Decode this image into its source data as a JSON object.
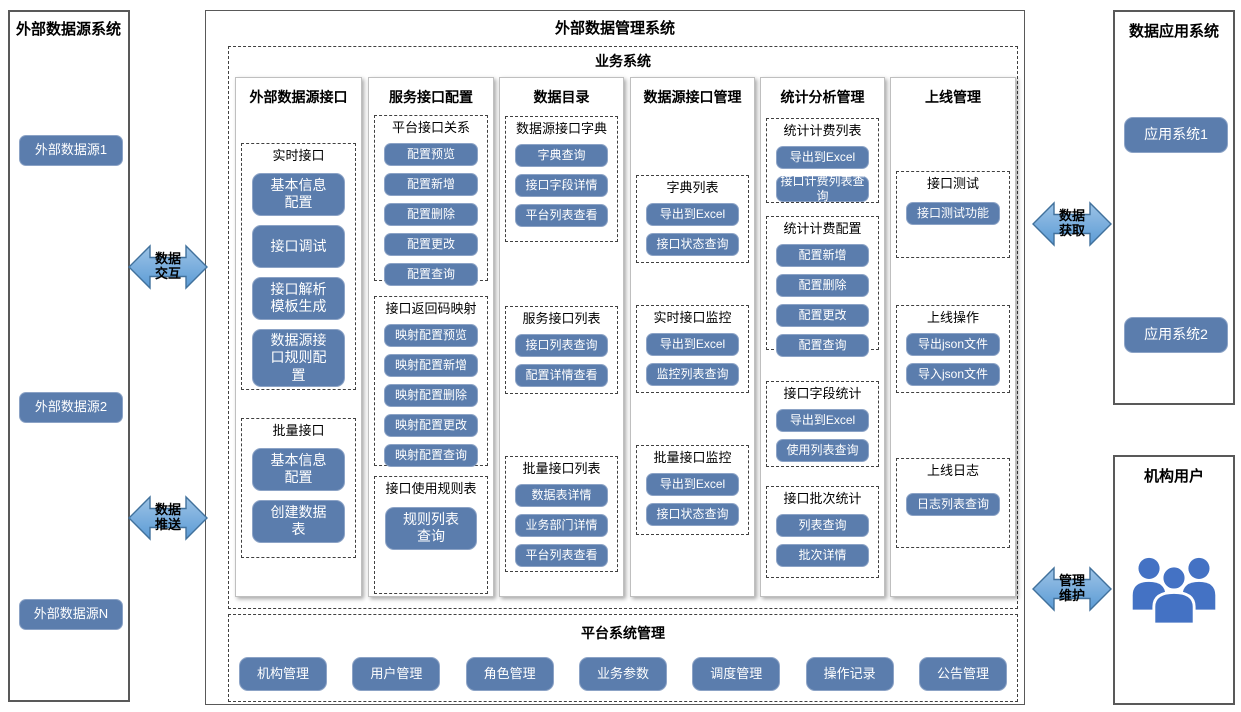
{
  "left_panel": {
    "title": "外部数据源系统",
    "sources": [
      "外部数据源1",
      "外部数据源2",
      "外部数据源N"
    ]
  },
  "main_panel": {
    "title": "外部数据管理系统"
  },
  "business_system": {
    "title": "业务系统",
    "columns": [
      {
        "title": "外部数据源接口",
        "groups": [
          {
            "title": "实时接口",
            "buttons": [
              "基本信息配置",
              "接口调试",
              "接口解析模板生成",
              "数据源接口规则配置"
            ]
          },
          {
            "title": "批量接口",
            "buttons": [
              "基本信息配置",
              "创建数据表"
            ]
          }
        ]
      },
      {
        "title": "服务接口配置",
        "groups": [
          {
            "title": "平台接口关系",
            "buttons": [
              "配置预览",
              "配置新增",
              "配置删除",
              "配置更改",
              "配置查询"
            ]
          },
          {
            "title": "接口返回码映射",
            "buttons": [
              "映射配置预览",
              "映射配置新增",
              "映射配置删除",
              "映射配置更改",
              "映射配置查询"
            ]
          },
          {
            "title": "接口使用规则表",
            "buttons": [
              "规则列表查询"
            ]
          }
        ]
      },
      {
        "title": "数据目录",
        "groups": [
          {
            "title": "数据源接口字典",
            "buttons": [
              "字典查询",
              "接口字段详情",
              "平台列表查看"
            ]
          },
          {
            "title": "服务接口列表",
            "buttons": [
              "接口列表查询",
              "配置详情查看"
            ]
          },
          {
            "title": "批量接口列表",
            "buttons": [
              "数据表详情",
              "业务部门详情",
              "平台列表查看"
            ]
          }
        ]
      },
      {
        "title": "数据源接口管理",
        "groups": [
          {
            "title": "字典列表",
            "buttons": [
              "导出到Excel",
              "接口状态查询"
            ]
          },
          {
            "title": "实时接口监控",
            "buttons": [
              "导出到Excel",
              "监控列表查询"
            ]
          },
          {
            "title": "批量接口监控",
            "buttons": [
              "导出到Excel",
              "接口状态查询"
            ]
          }
        ]
      },
      {
        "title": "统计分析管理",
        "groups": [
          {
            "title": "统计计费列表",
            "buttons": [
              "导出到Excel",
              "接口计费列表查询"
            ]
          },
          {
            "title": "统计计费配置",
            "buttons": [
              "配置新增",
              "配置删除",
              "配置更改",
              "配置查询"
            ]
          },
          {
            "title": "接口字段统计",
            "buttons": [
              "导出到Excel",
              "使用列表查询"
            ]
          },
          {
            "title": "接口批次统计",
            "buttons": [
              "列表查询",
              "批次详情"
            ]
          }
        ]
      },
      {
        "title": "上线管理",
        "groups": [
          {
            "title": "接口测试",
            "buttons": [
              "接口测试功能"
            ]
          },
          {
            "title": "上线操作",
            "buttons": [
              "导出json文件",
              "导入json文件"
            ]
          },
          {
            "title": "上线日志",
            "buttons": [
              "日志列表查询"
            ]
          }
        ]
      }
    ]
  },
  "platform_management": {
    "title": "平台系统管理",
    "buttons": [
      "机构管理",
      "用户管理",
      "角色管理",
      "业务参数",
      "调度管理",
      "操作记录",
      "公告管理"
    ]
  },
  "right_top_panel": {
    "title": "数据应用系统",
    "apps": [
      "应用系统1",
      "应用系统2"
    ]
  },
  "right_bottom_panel": {
    "title": "机构用户",
    "icon": "users-icon"
  },
  "arrows": [
    {
      "id": "data-exchange",
      "lines": [
        "数据",
        "交互"
      ]
    },
    {
      "id": "data-push",
      "lines": [
        "数据",
        "推送"
      ]
    },
    {
      "id": "data-fetch",
      "lines": [
        "数据",
        "获取"
      ]
    },
    {
      "id": "manage-maintain",
      "lines": [
        "管理",
        "维护"
      ]
    }
  ],
  "colors": {
    "button": "#5B7DAD",
    "arrow_fill_light": "#9DC3E6",
    "arrow_fill_dark": "#5B9BD5",
    "arrow_border": "#41719C",
    "users_icon": "#4472C4"
  }
}
